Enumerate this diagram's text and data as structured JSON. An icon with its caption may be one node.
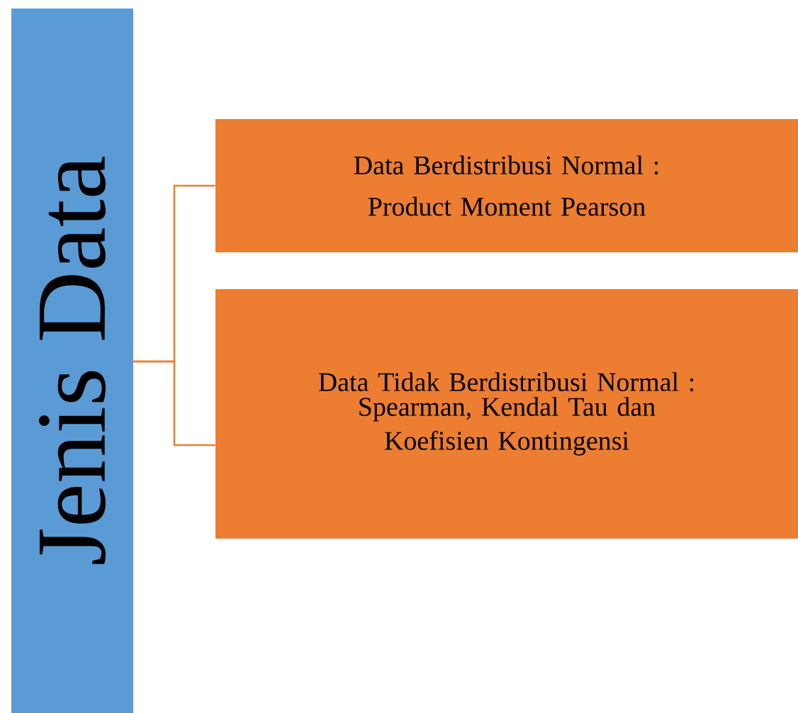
{
  "diagram": {
    "nodes": [
      {
        "text": [
          "Jenis Data"
        ]
      },
      {
        "text": [
          "Data Berdistribusi Normal :",
          "Product Moment Pearson"
        ]
      },
      {
        "text": [
          "Data Tidak Berdistribusi Normal :",
          "Spearman, Kendal Tau dan Koefisien Kontingensi"
        ]
      }
    ],
    "edges": [
      {
        "from": 0,
        "to": 1,
        "arrow": "none"
      },
      {
        "from": 0,
        "to": 2,
        "arrow": "none"
      }
    ]
  }
}
